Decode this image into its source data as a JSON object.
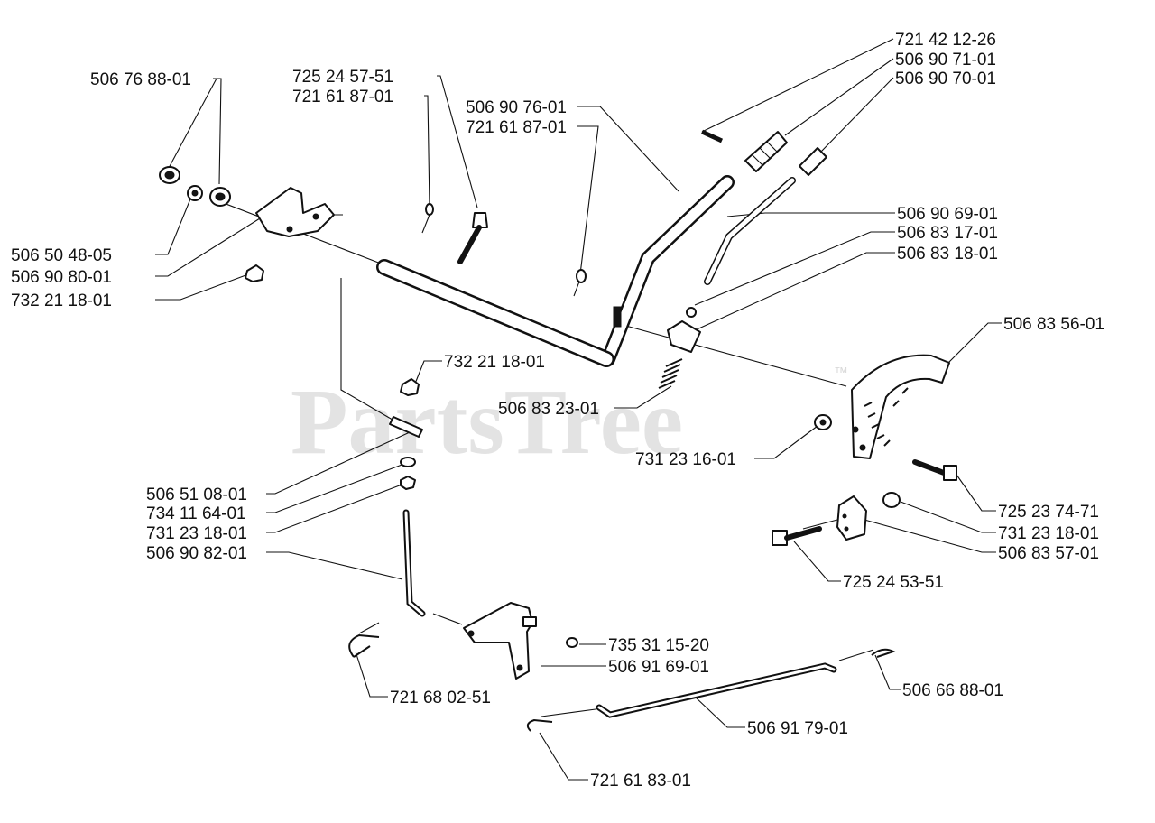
{
  "watermark": {
    "text": "PartsTree",
    "trademark": "™"
  },
  "callouts": [
    "721 42 12-26",
    "506 90 71-01",
    "506 90 70-01",
    "506 76 88-01",
    "725 24 57-51",
    "721 61 87-01",
    "506 90 76-01",
    "721 61 87-01",
    "506 90 69-01",
    "506 83 17-01",
    "506 83 18-01",
    "506 50 48-05",
    "506 90 80-01",
    "732 21 18-01",
    "506 83 56-01",
    "732 21 18-01",
    "506 83 23-01",
    "731 23 16-01",
    "506 51 08-01",
    "734 11 64-01",
    "731 23 18-01",
    "506 90 82-01",
    "725 23 74-71",
    "731 23 18-01",
    "506 83 57-01",
    "725 24 53-51",
    "735 31 15-20",
    "506 91 69-01",
    "721 68 02-51",
    "506 66 88-01",
    "506 91 79-01",
    "721 61 83-01"
  ]
}
